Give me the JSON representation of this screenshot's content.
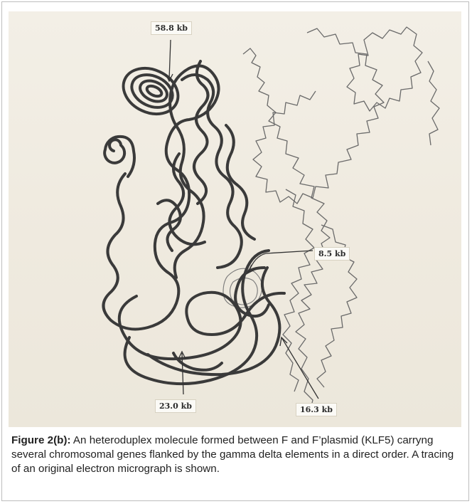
{
  "figure": {
    "labels": {
      "top": "58.8 kb",
      "mid_right": "8.5 kb",
      "bottom_left": "23.0 kb",
      "bottom_right": "16.3 kb"
    },
    "caption": {
      "title": "Figure 2(b):",
      "text": " An heteroduplex molecule formed between F and F’plasmid (KLF5) carryng several chromosomal genes flanked by the gamma delta elements in a direct order. A tracing of an original electron micrograph is shown."
    }
  }
}
